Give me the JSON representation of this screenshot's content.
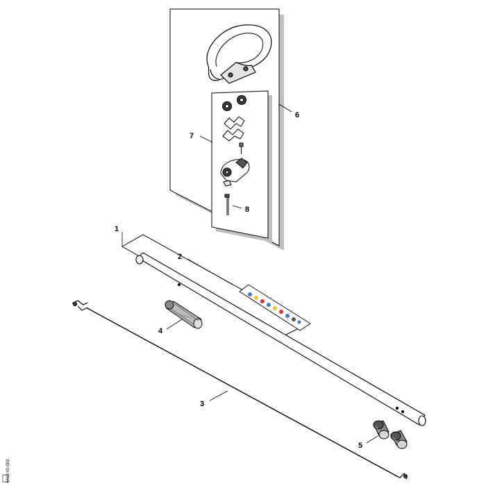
{
  "diagram": {
    "colors": {
      "line": "#000000",
      "frame_shadow": "#bfbfbf",
      "part_fill": "#ffffff",
      "part_shade": "#cfcfcf",
      "label_blue": "#4a79c4",
      "label_yellow": "#e9c43a",
      "label_red": "#cc3a2f"
    },
    "callouts": {
      "c1": "1",
      "c2": "2",
      "c3": "3",
      "c4": "4",
      "c5": "5",
      "c6": "6",
      "c7": "7",
      "c8": "8"
    },
    "side_code": "4A12-IG-003"
  }
}
